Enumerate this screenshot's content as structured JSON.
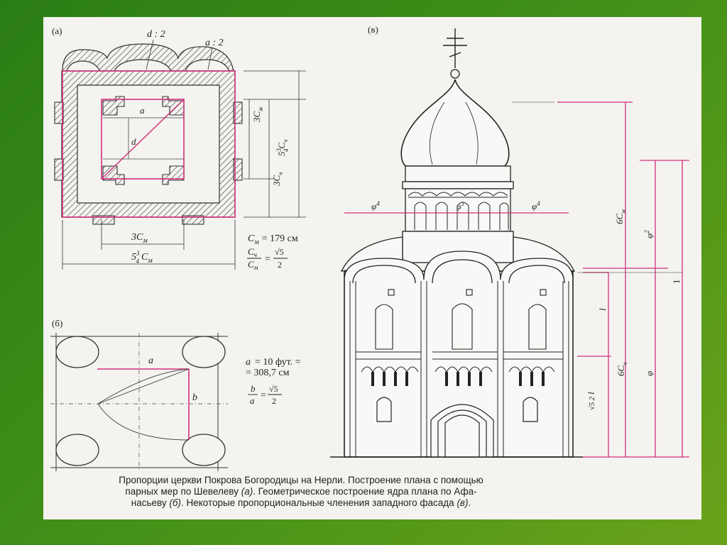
{
  "panels": {
    "a": {
      "tag": "(а)",
      "label_d2": "d : 2",
      "label_a2": "a : 2",
      "label_3cm_right": "3C",
      "sub_m": "м",
      "label_534": "5",
      "label_3cch": "3C",
      "sub_ch": "ч",
      "label_3cm_bottom": "3C",
      "label_534cm_bottom": "5",
      "frac_3": "3",
      "frac_4": "4",
      "side_cch": "C",
      "label_a": "a",
      "label_d": "d"
    },
    "b": {
      "tag": "(б)",
      "label_a": "a",
      "label_b": "b"
    },
    "c": {
      "tag": "(в)",
      "phi4_left": "φ",
      "phi4_right": "φ",
      "phi3": "φ",
      "sup4": "4",
      "sup3": "3",
      "sup2": "2",
      "dim_6cm": "6C",
      "dim_phi2": "φ",
      "dim_1": "1",
      "dim_l": "l",
      "dim_6cch": "6C",
      "dim_phi": "φ",
      "dim_sqrt5": "√5",
      "dim_2": "2",
      "dim_l2": "l"
    }
  },
  "formulas": {
    "cm_value": "= 179 см",
    "cm_sym": "C",
    "ratio_eq": "=",
    "ratio_val_num": "√5",
    "ratio_val_den": "2",
    "a_value_line1": "= 10 фут. =",
    "a_value_line2": "= 308,7 см",
    "a_sym": "a",
    "ba_num": "b",
    "ba_den": "a",
    "ba_eq": "=",
    "ba_val_num": "√5",
    "ba_val_den": "2"
  },
  "caption": {
    "line1": "Пропорции церкви Покрова Богородицы на Нерли. Построение плана с помощью",
    "line2_pre": "парных мер по Шевелеву ",
    "line2_a": "(а)",
    "line2_post": ". Геометрическое построение ядра плана по Афа-",
    "line3_pre": "насьеву ",
    "line3_b": "(б)",
    "line3_mid": ". Некоторые пропорциональные членения западного фасада ",
    "line3_c": "(в)",
    "line3_end": "."
  },
  "colors": {
    "accent_pink": "#d0307a",
    "hatch": "#444444",
    "ink": "#222222",
    "background_green": "#3a8a16"
  }
}
